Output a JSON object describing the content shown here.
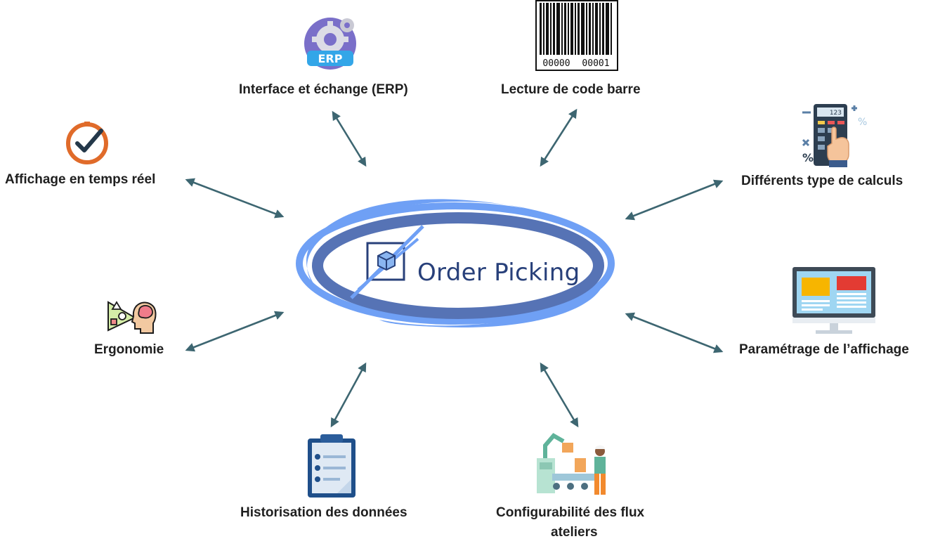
{
  "center": {
    "title": "Order Picking"
  },
  "features": {
    "erp": {
      "label": "Interface et échange (ERP)",
      "icon_text": "ERP",
      "icon": "erp-gear-icon"
    },
    "barcode": {
      "label": "Lecture de code barre",
      "digits_left": "00000",
      "digits_right": "00001",
      "icon": "barcode-icon"
    },
    "realtime": {
      "label": "Affichage en temps réel",
      "icon": "clock-check-icon"
    },
    "calculs": {
      "label": "Différents type de calculs",
      "screen_text": "123",
      "icon": "calculator-icon"
    },
    "ergonomie": {
      "label": "Ergonomie",
      "icon": "head-brain-icon"
    },
    "parametrage": {
      "label": "Paramétrage de l’affichage",
      "icon": "monitor-layout-icon"
    },
    "historisation": {
      "label": "Historisation des données",
      "icon": "clipboard-checklist-icon"
    },
    "configurabilite": {
      "label_line1": "Configurabilité des flux",
      "label_line2": "ateliers",
      "icon": "factory-worker-icon"
    }
  },
  "colors": {
    "arrow": "#3d6671",
    "ellipse_light": "#6fa0f5",
    "ellipse_dark": "#5673b5",
    "title": "#28407a"
  }
}
